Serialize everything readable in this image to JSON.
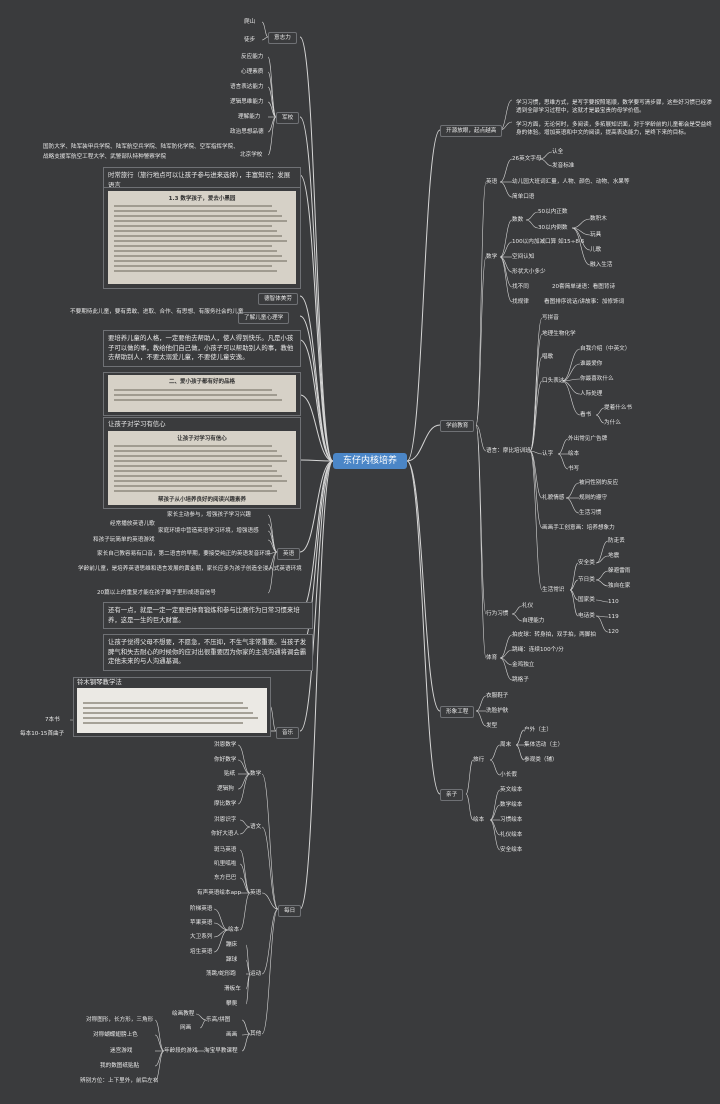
{
  "root": "东仔内核培养",
  "branches": {
    "yishi": "意志力",
    "pashan": "爬山",
    "tubu": "徒步",
    "junxiao": "军校",
    "junxiao_items": [
      "反应能力",
      "心理素质",
      "语言表达能力",
      "逻辑思维能力",
      "理解能力",
      "政治思想品德",
      "北京学校"
    ],
    "schools": [
      "国防大学、陆军装甲兵学院、陆军航空兵学院、陆军防化学院、空军指挥学院、",
      "战略支援军航空工程大学、武警部队特种警察学院"
    ],
    "deyi": "德智体美劳",
    "ertong": "了解儿童心理学",
    "ertong_note": "不要期待此儿童，要有勇敢、进取、合作、有思想、有服务社会的儿童",
    "kaiyuan": "开源放眼，起点越高",
    "kaiyuan_notes": [
      "学习习惯，思维方式，是写字要按照笔顺，数学要写清步骤，这些好习惯已经渗透到全部学习过程中，这就才是最宝贵的母学价值。",
      "学习方面，无论何时，多阅读，多拓展知识面，对于学龄前的儿童都会是受益终身的体验。增加英语和中文的阅读，提高表达能力，是终下来的目标。"
    ],
    "xueqian": "学前教育",
    "yingyu": "英语",
    "en26": "26英文字母",
    "renquan": "认全",
    "fayin": "发音标准",
    "youer": "幼儿园大班词汇量，人物、颜色、动物、水果等",
    "jiandan": "简单口语",
    "shuxue": "数学",
    "shushu": "数数",
    "n50": "50以内正数",
    "n30": "30以内倒数",
    "jiajian": "100以内加减口算 如15÷8·6",
    "kongjian": "空间认知",
    "xingzhuang": "形状大小多少",
    "zhaobutong": "找不同",
    "n20": "20套简单谜语：看图背诗",
    "guilv": "找规律",
    "shu_items": [
      "数积木",
      "玩具",
      "儿歌",
      "融入生活"
    ],
    "kantu": "看图排序说话/讲故事：加修饰词",
    "yuyan": "语言：摩比培训班",
    "yuyan_items": [
      "写拼音",
      "地理生物化学",
      "唱歌",
      "口头表达",
      "认字",
      "礼貌情感",
      "画画手工创意画：培养想象力",
      "生活常识"
    ],
    "kt_items": [
      "自我介绍（中英文）",
      "谁最爱你",
      "你最喜欢什么",
      "人际处理",
      "看书",
      "提着什么书",
      "为什么"
    ],
    "rz_items": [
      "外出常见广告牌",
      "绘本",
      "书写"
    ],
    "lm_items": [
      "被问性别的反应",
      "规则的遵守",
      "生活习惯"
    ],
    "sh_items": [
      "安全类",
      "节日类",
      "国家类",
      "电话类",
      "防走丢",
      "地震",
      "躲避雷雨",
      "独自在家",
      "110",
      "119",
      "120"
    ],
    "xingwei": "行为习惯",
    "liyi": "礼仪",
    "zili": "自理能力",
    "tiyu": "体育",
    "paiqiu": "拍皮球：转身拍，双手拍，两脚拍",
    "tiaosheng": "跳绳：连续100个/分",
    "jinji": "金鸡独立",
    "tiaogezi": "跳格子",
    "xingxiang": "形象工程",
    "yifu": "衣服鞋子",
    "xiuxi": "洗脸护肤",
    "faxing": "发型",
    "qinzi": "亲子",
    "lvxing": "旅行",
    "zhoumo": "周末",
    "huwai": "户外（主）",
    "jiti": "集体活动（主）",
    "canguan": "参观类（辅）",
    "xiaolv": "小长假",
    "huiben": "绘本",
    "hb_items": [
      "英文绘本",
      "数学绘本",
      "习惯绘本",
      "礼仪绘本",
      "安全绘本"
    ],
    "meiri": "每日",
    "md_shuxue": "数学",
    "md_shu_items": [
      "洪恩数学",
      "你好数学",
      "逻辑狗",
      "摩比数学"
    ],
    "zhiti": "贴纸",
    "yuwen": "语文",
    "yw_items": [
      "洪恩识字",
      "你好大语人"
    ],
    "md_en": "英语",
    "en_items": [
      "斑马英语",
      "叽里呱啦",
      "东方巴巴",
      "有声英语绘本app",
      "阶梯英语",
      "苹果英语",
      "大卫系列",
      "培生英语"
    ],
    "md_huiben": "绘本",
    "yundong": "运动",
    "yd_items": [
      "蹦床",
      "蹿球",
      "荡跳/蛇形跑",
      "滑板车",
      "攀爬"
    ],
    "qita": "其他",
    "yuewu": "乐高/拼图",
    "huahua": "画画",
    "yule": "绘画教程",
    "wanhua": "网画",
    "taobao": "淘宝早教课程",
    "nianling": "年龄段的游戏",
    "ages": [
      "对称图形，长方形，三角形",
      "对称蝴蝶翅膀上色",
      "迷宫游戏",
      "我的数图纸贴贴",
      "辨别方位：上下里外，前后左右"
    ],
    "yinyue": "音乐",
    "yinyue_note": "铃木钢琴教学法",
    "yy_items": [
      "7本书",
      "每本10-15首曲子"
    ],
    "yingyu2": "英语",
    "en2_items": [
      "家长主动参与，增强孩子学习兴趣",
      "经常播放英语儿歌",
      "家庭环境中营造英语学习环境，增强语感",
      "和孩子玩简单的英语游戏",
      "家长自己教容易有口音，第二语言的早期，要接受纯正的英语发音环境",
      "学龄前儿童，是培养英语思维和语言发展的黄金期，家长应多为孩子创造全浸入式英语环境",
      "20篇以上的重复才能在孩子脑子里形成语音信号"
    ],
    "notes": {
      "lvyou": "时常旅行（旅行地点可以让孩子参与进来选择），丰富知识；发展语言",
      "zhenze": "要培养儿童的人格，一定要他去帮助人，使人得到快乐。凡是小孩子可以做的事，教给他们自己做，小孩子可以帮助别人的事，教他去帮助别人，不要太溺爱儿童，不要使儿童安逸。",
      "zixin": "让孩子对学习有信心",
      "yichang": "还有一点，就是一定一定要把体育锻炼和参与比赛作为日常习惯来培养，这是一生的巨大财富。",
      "heping": "让孩子觉得父母不想要，不愿急，不压抑，不生气非常重要。当孩子发脾气和失去耐心的时候你的应对出很重要因为你家的主流沟通将调会霸定他未来的与人沟通基调。"
    },
    "paper_titles": [
      "1.3 数学孩子，爱去小黑园",
      "二、爱小孩子都有好的品格",
      "让孩子对学习有信心"
    ],
    "paper_caption": "帮孩子从小培养良好的阅读兴趣素养"
  },
  "colors": {
    "bg": "#3a3b3d",
    "root": "#4b86c7",
    "line": "#d6d6d6",
    "box": "#6f7175"
  }
}
